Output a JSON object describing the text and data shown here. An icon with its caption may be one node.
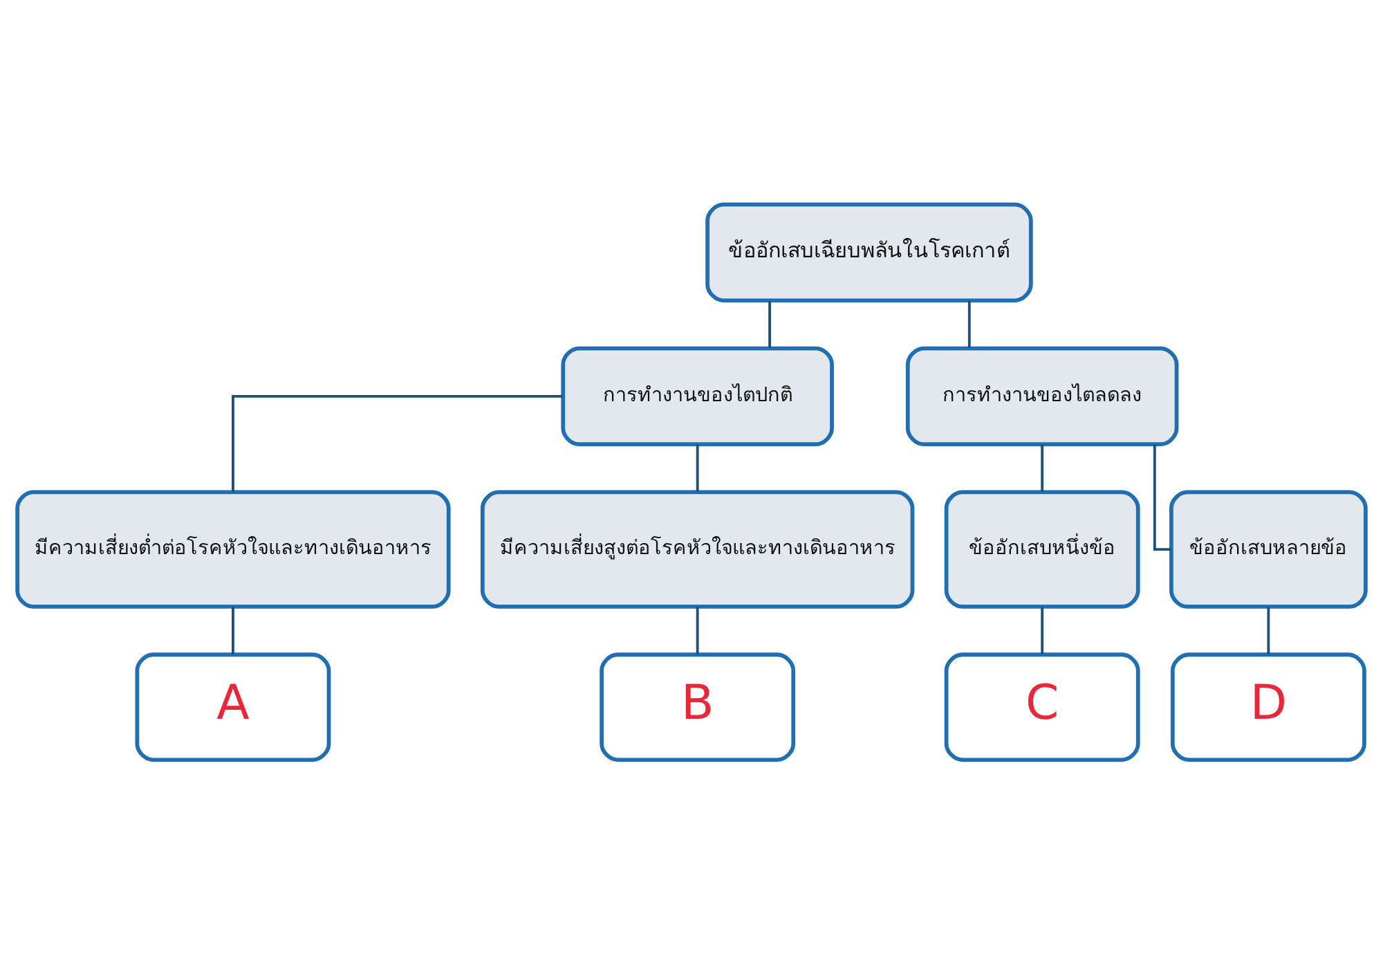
{
  "diagram": {
    "nodes": [
      {
        "text": [
          "ข้ออักเสบเฉียบพลันในโรคเกาต์"
        ]
      },
      {
        "text": [
          "การทำงานของไตปกติ"
        ]
      },
      {
        "text": [
          "การทำงานของไตลดลง"
        ]
      },
      {
        "text": [
          "มีความเสี่ยงต่ำต่อโรคหัวใจและทางเดินอาหาร"
        ]
      },
      {
        "text": [
          "มีความเสี่ยงสูงต่อโรคหัวใจและทางเดินอาหาร"
        ]
      },
      {
        "text": [
          "ข้ออักเสบหนึ่งข้อ"
        ]
      },
      {
        "text": [
          "ข้ออักเสบหลายข้อ"
        ]
      },
      {
        "text": [
          "A"
        ]
      },
      {
        "text": [
          "B"
        ]
      },
      {
        "text": [
          "C"
        ]
      },
      {
        "text": [
          "D"
        ]
      }
    ],
    "edges": [
      {
        "from": 0,
        "to": 1,
        "arrow": "none"
      },
      {
        "from": 0,
        "to": 2,
        "arrow": "none"
      },
      {
        "from": 1,
        "to": 3,
        "arrow": "none"
      },
      {
        "from": 1,
        "to": 4,
        "arrow": "none"
      },
      {
        "from": 2,
        "to": 5,
        "arrow": "none"
      },
      {
        "from": 2,
        "to": 6,
        "arrow": "none"
      },
      {
        "from": 3,
        "to": 7,
        "arrow": "none"
      },
      {
        "from": 4,
        "to": 8,
        "arrow": "none"
      },
      {
        "from": 5,
        "to": 9,
        "arrow": "none"
      },
      {
        "from": 6,
        "to": 10,
        "arrow": "none"
      }
    ]
  }
}
